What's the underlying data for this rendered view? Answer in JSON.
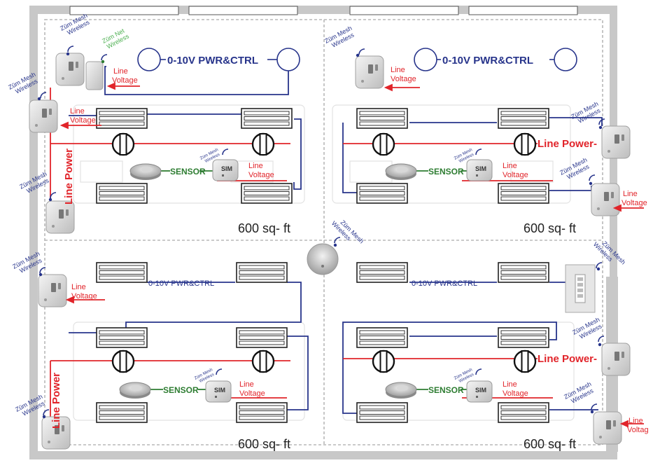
{
  "labels": {
    "pwr_ctrl_large": "0-10V PWR&CTRL",
    "pwr_ctrl_small": "0-10V PWR&CTRL",
    "line": "Line",
    "voltage": "Voltage",
    "voltag": "Voltag",
    "line_power": "Line Power",
    "line_power_dash": "Line Power-",
    "sensor": "SENSOR",
    "sim": "SIM",
    "area": "600 sq- ft",
    "zum_mesh": "Zūm Mesh",
    "zum_net": "Zūm Net",
    "wireless": "Wireless"
  },
  "colors": {
    "control_wire": "#27348b",
    "power_wire": "#e1242a",
    "sensor_wire": "#2e7d32",
    "wall": "#c8c8c8",
    "room_divider": "#b8b8b8"
  },
  "icons": [
    "wireless-outlet-icon",
    "wall-keypad-icon",
    "ceiling-sensor-icon",
    "sim-module-icon",
    "light-fixture-icon",
    "fan-icon"
  ]
}
